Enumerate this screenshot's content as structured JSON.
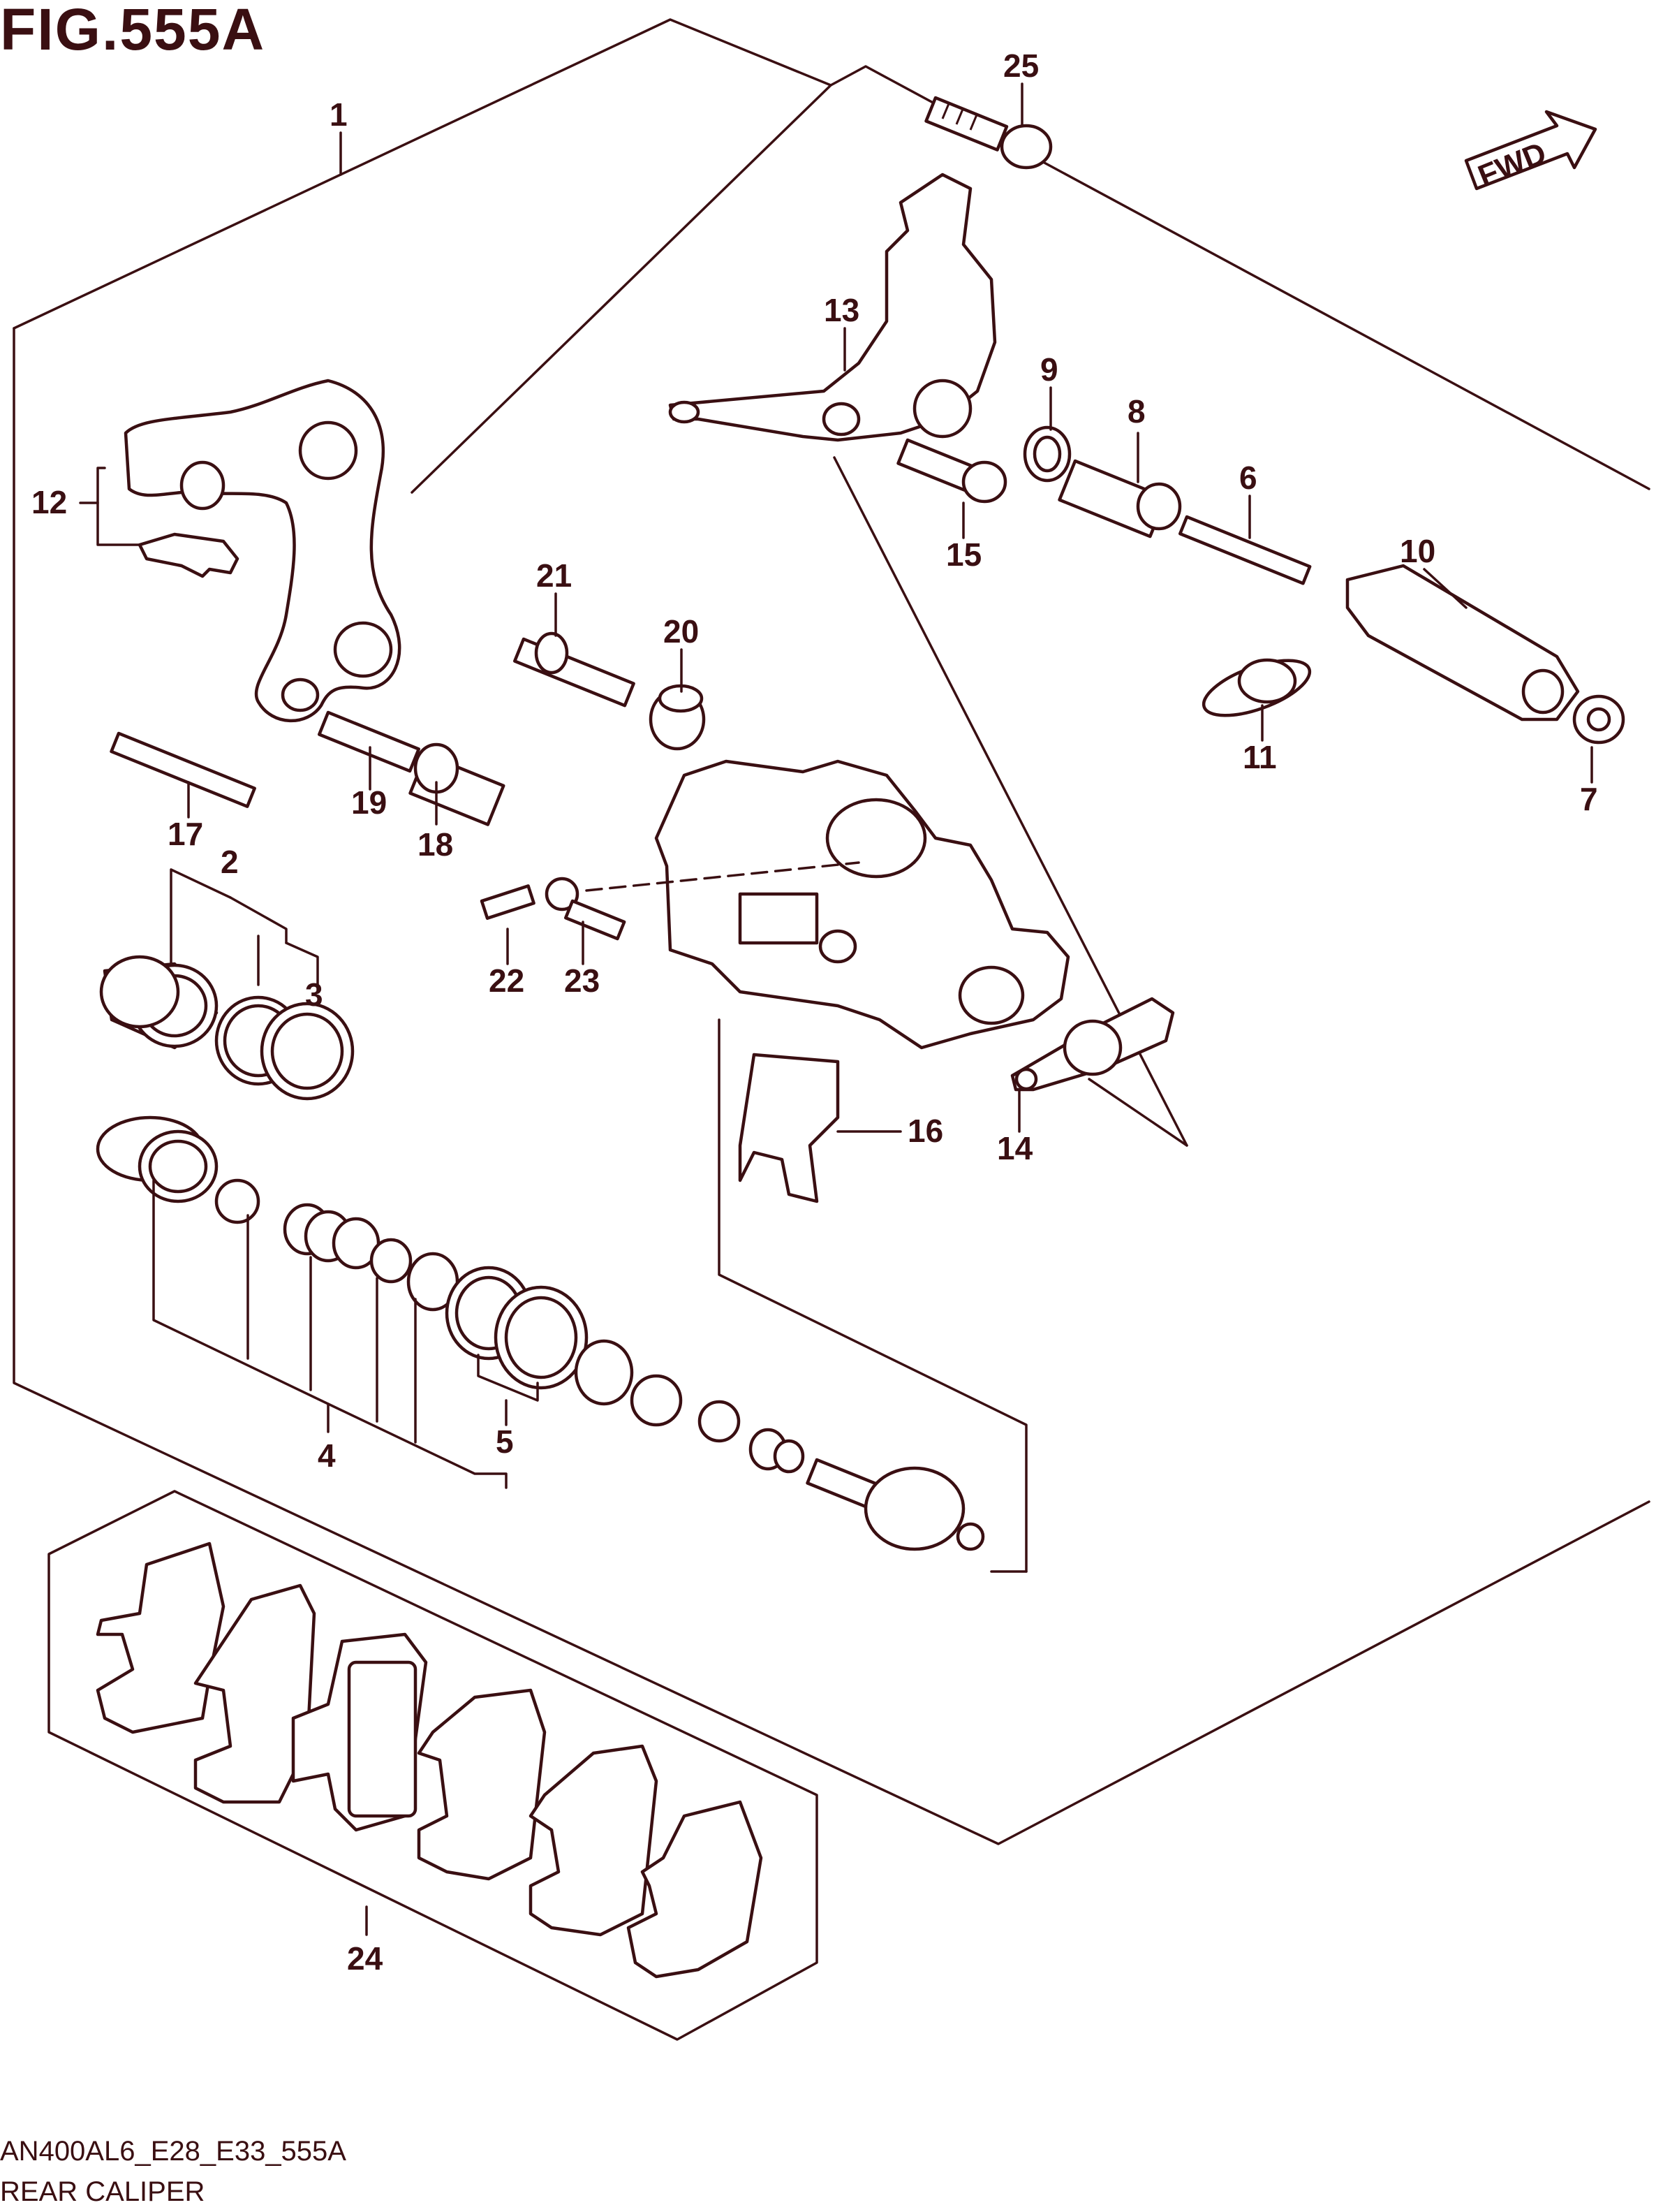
{
  "figure": {
    "title": "FIG.555A",
    "code": "AN400AL6_E28_E33_555A",
    "name": "REAR CALIPER",
    "direction_marker": "FWD"
  },
  "part_numbers": [
    "1",
    "2",
    "3",
    "4",
    "5",
    "6",
    "7",
    "8",
    "9",
    "10",
    "11",
    "12",
    "13",
    "14",
    "15",
    "16",
    "17",
    "18",
    "19",
    "20",
    "21",
    "22",
    "23",
    "24",
    "25"
  ],
  "colors": {
    "ink": "#3a0f12",
    "background": "#ffffff"
  }
}
